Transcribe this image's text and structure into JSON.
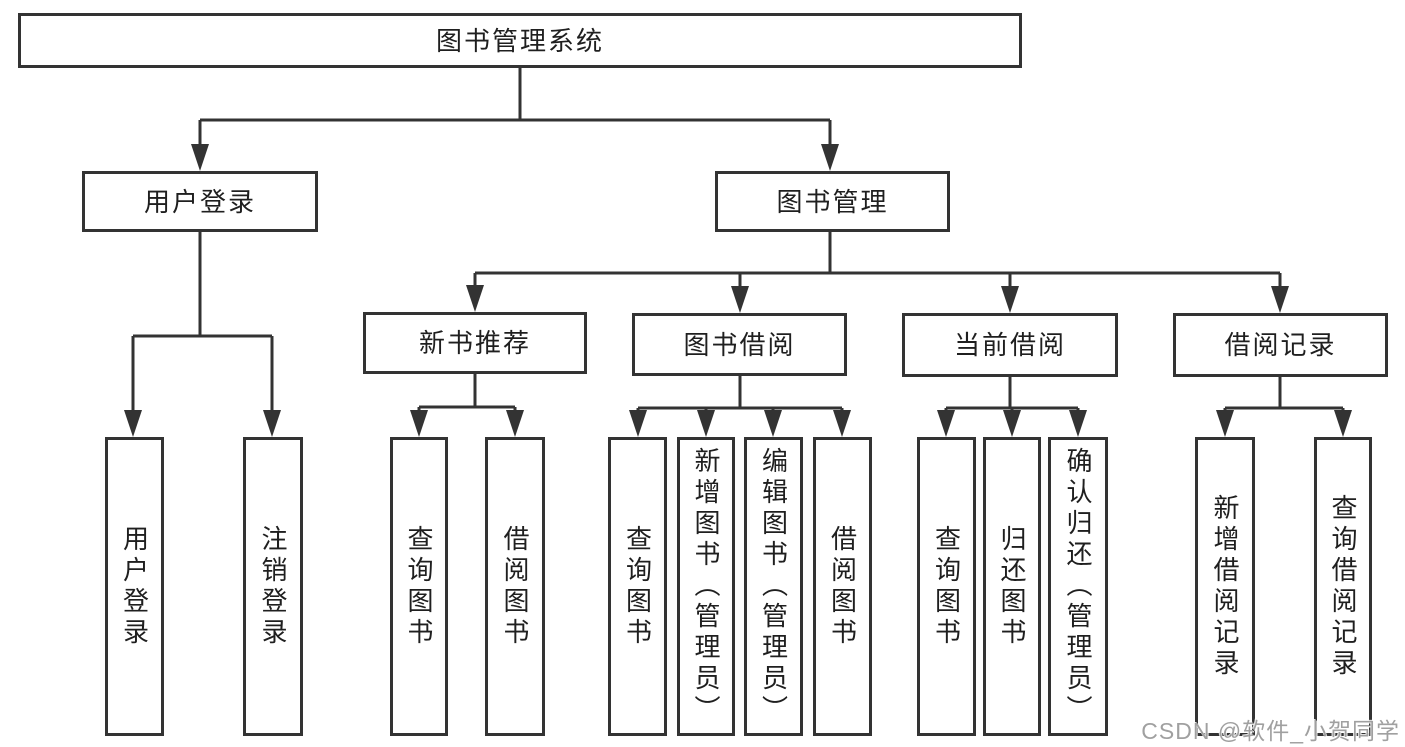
{
  "tree": {
    "root": {
      "label": "图书管理系统",
      "children": [
        {
          "label": "用户登录",
          "children": [
            {
              "label": "用户登录"
            },
            {
              "label": "注销登录"
            }
          ]
        },
        {
          "label": "图书管理",
          "children": [
            {
              "label": "新书推荐",
              "children": [
                {
                  "label": "查询图书"
                },
                {
                  "label": "借阅图书"
                }
              ]
            },
            {
              "label": "图书借阅",
              "children": [
                {
                  "label": "查询图书"
                },
                {
                  "label": "新增图书（管理员）"
                },
                {
                  "label": "编辑图书（管理员）"
                },
                {
                  "label": "借阅图书"
                }
              ]
            },
            {
              "label": "当前借阅",
              "children": [
                {
                  "label": "查询图书"
                },
                {
                  "label": "归还图书"
                },
                {
                  "label": "确认归还（管理员）"
                }
              ]
            },
            {
              "label": "借阅记录",
              "children": [
                {
                  "label": "新增借阅记录"
                },
                {
                  "label": "查询借阅记录"
                }
              ]
            }
          ]
        }
      ]
    }
  },
  "watermark": {
    "text": "CSDN @软件_小贺同学"
  },
  "colors": {
    "line": "#333333",
    "text": "#1f1f1f",
    "background": "#ffffff",
    "watermark": "#a0a0a0"
  }
}
